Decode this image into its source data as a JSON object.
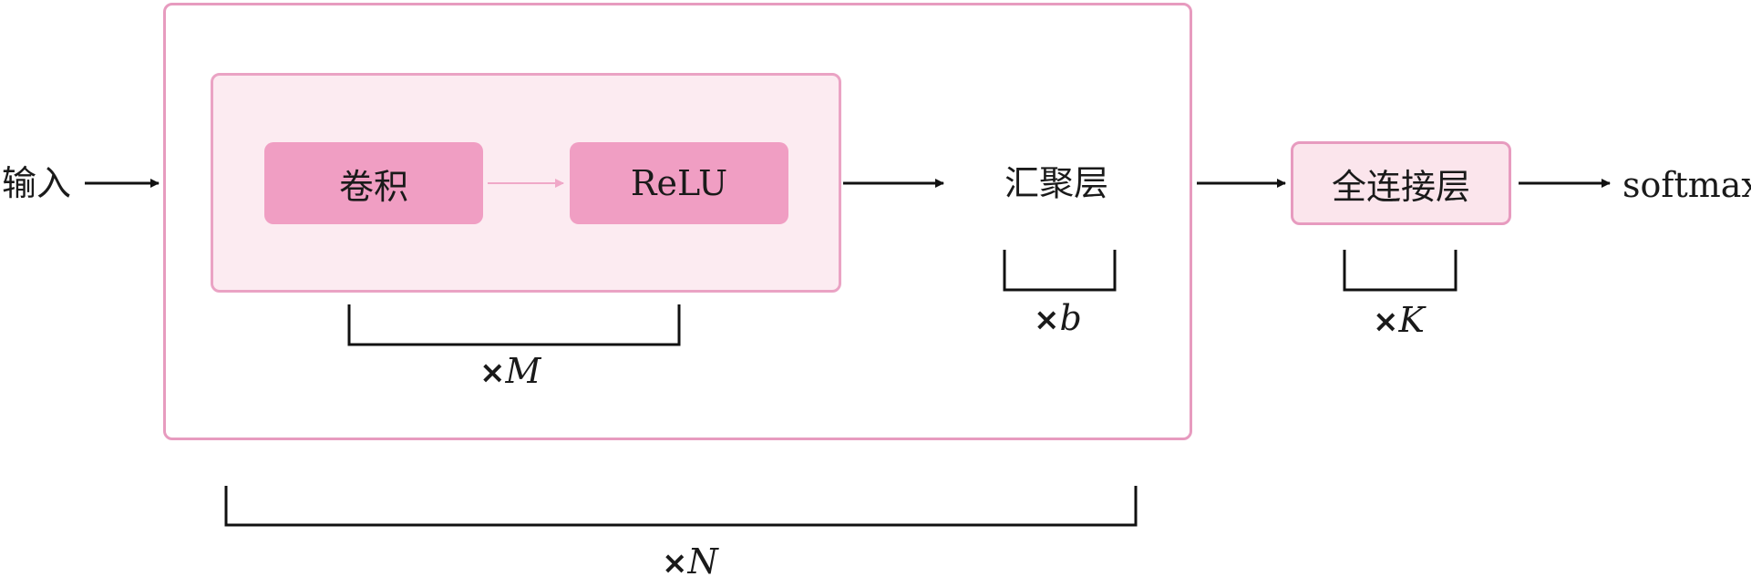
{
  "nodes": {
    "input": "输入",
    "conv": "卷积",
    "relu": "ReLU",
    "pool": "汇聚层",
    "fc": "全连接层",
    "output": "softmax"
  },
  "multipliers": {
    "m": {
      "symbol": "×",
      "var": "M"
    },
    "n": {
      "symbol": "×",
      "var": "N"
    },
    "b": {
      "symbol": "×",
      "var": "b"
    },
    "k": {
      "symbol": "×",
      "var": "K"
    }
  },
  "colors": {
    "outer_border": "#e79bbf",
    "inner_fill": "#fcebf1",
    "block_fill": "#f09ec3",
    "fc_fill": "#fbe5ec",
    "line": "#111111",
    "light_arrow": "#f0a8c8"
  }
}
